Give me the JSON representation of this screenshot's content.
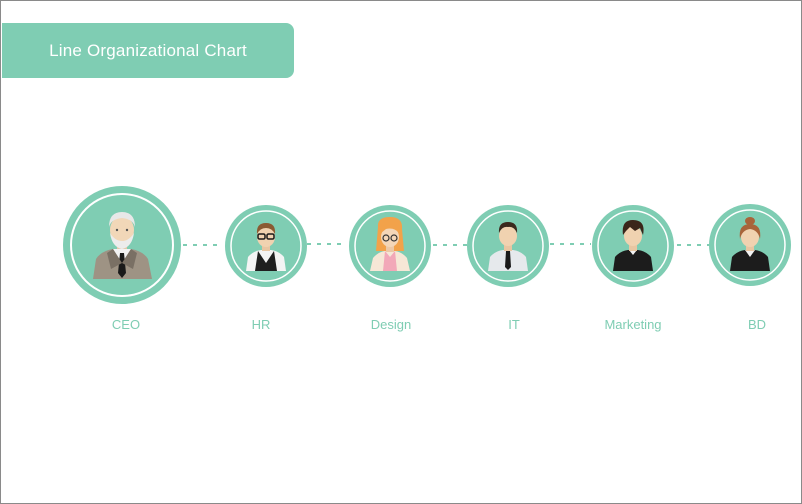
{
  "title": "Line Organizational Chart",
  "colors": {
    "accent": "#7fcdb3",
    "label": "#7fcdb3",
    "ring": "#ffffff",
    "connector": "#7fcdb3"
  },
  "nodes": [
    {
      "label": "CEO",
      "icon": "ceo-avatar-icon"
    },
    {
      "label": "HR",
      "icon": "hr-avatar-icon"
    },
    {
      "label": "Design",
      "icon": "design-avatar-icon"
    },
    {
      "label": "IT",
      "icon": "it-avatar-icon"
    },
    {
      "label": "Marketing",
      "icon": "marketing-avatar-icon"
    },
    {
      "label": "BD",
      "icon": "bd-avatar-icon"
    }
  ]
}
